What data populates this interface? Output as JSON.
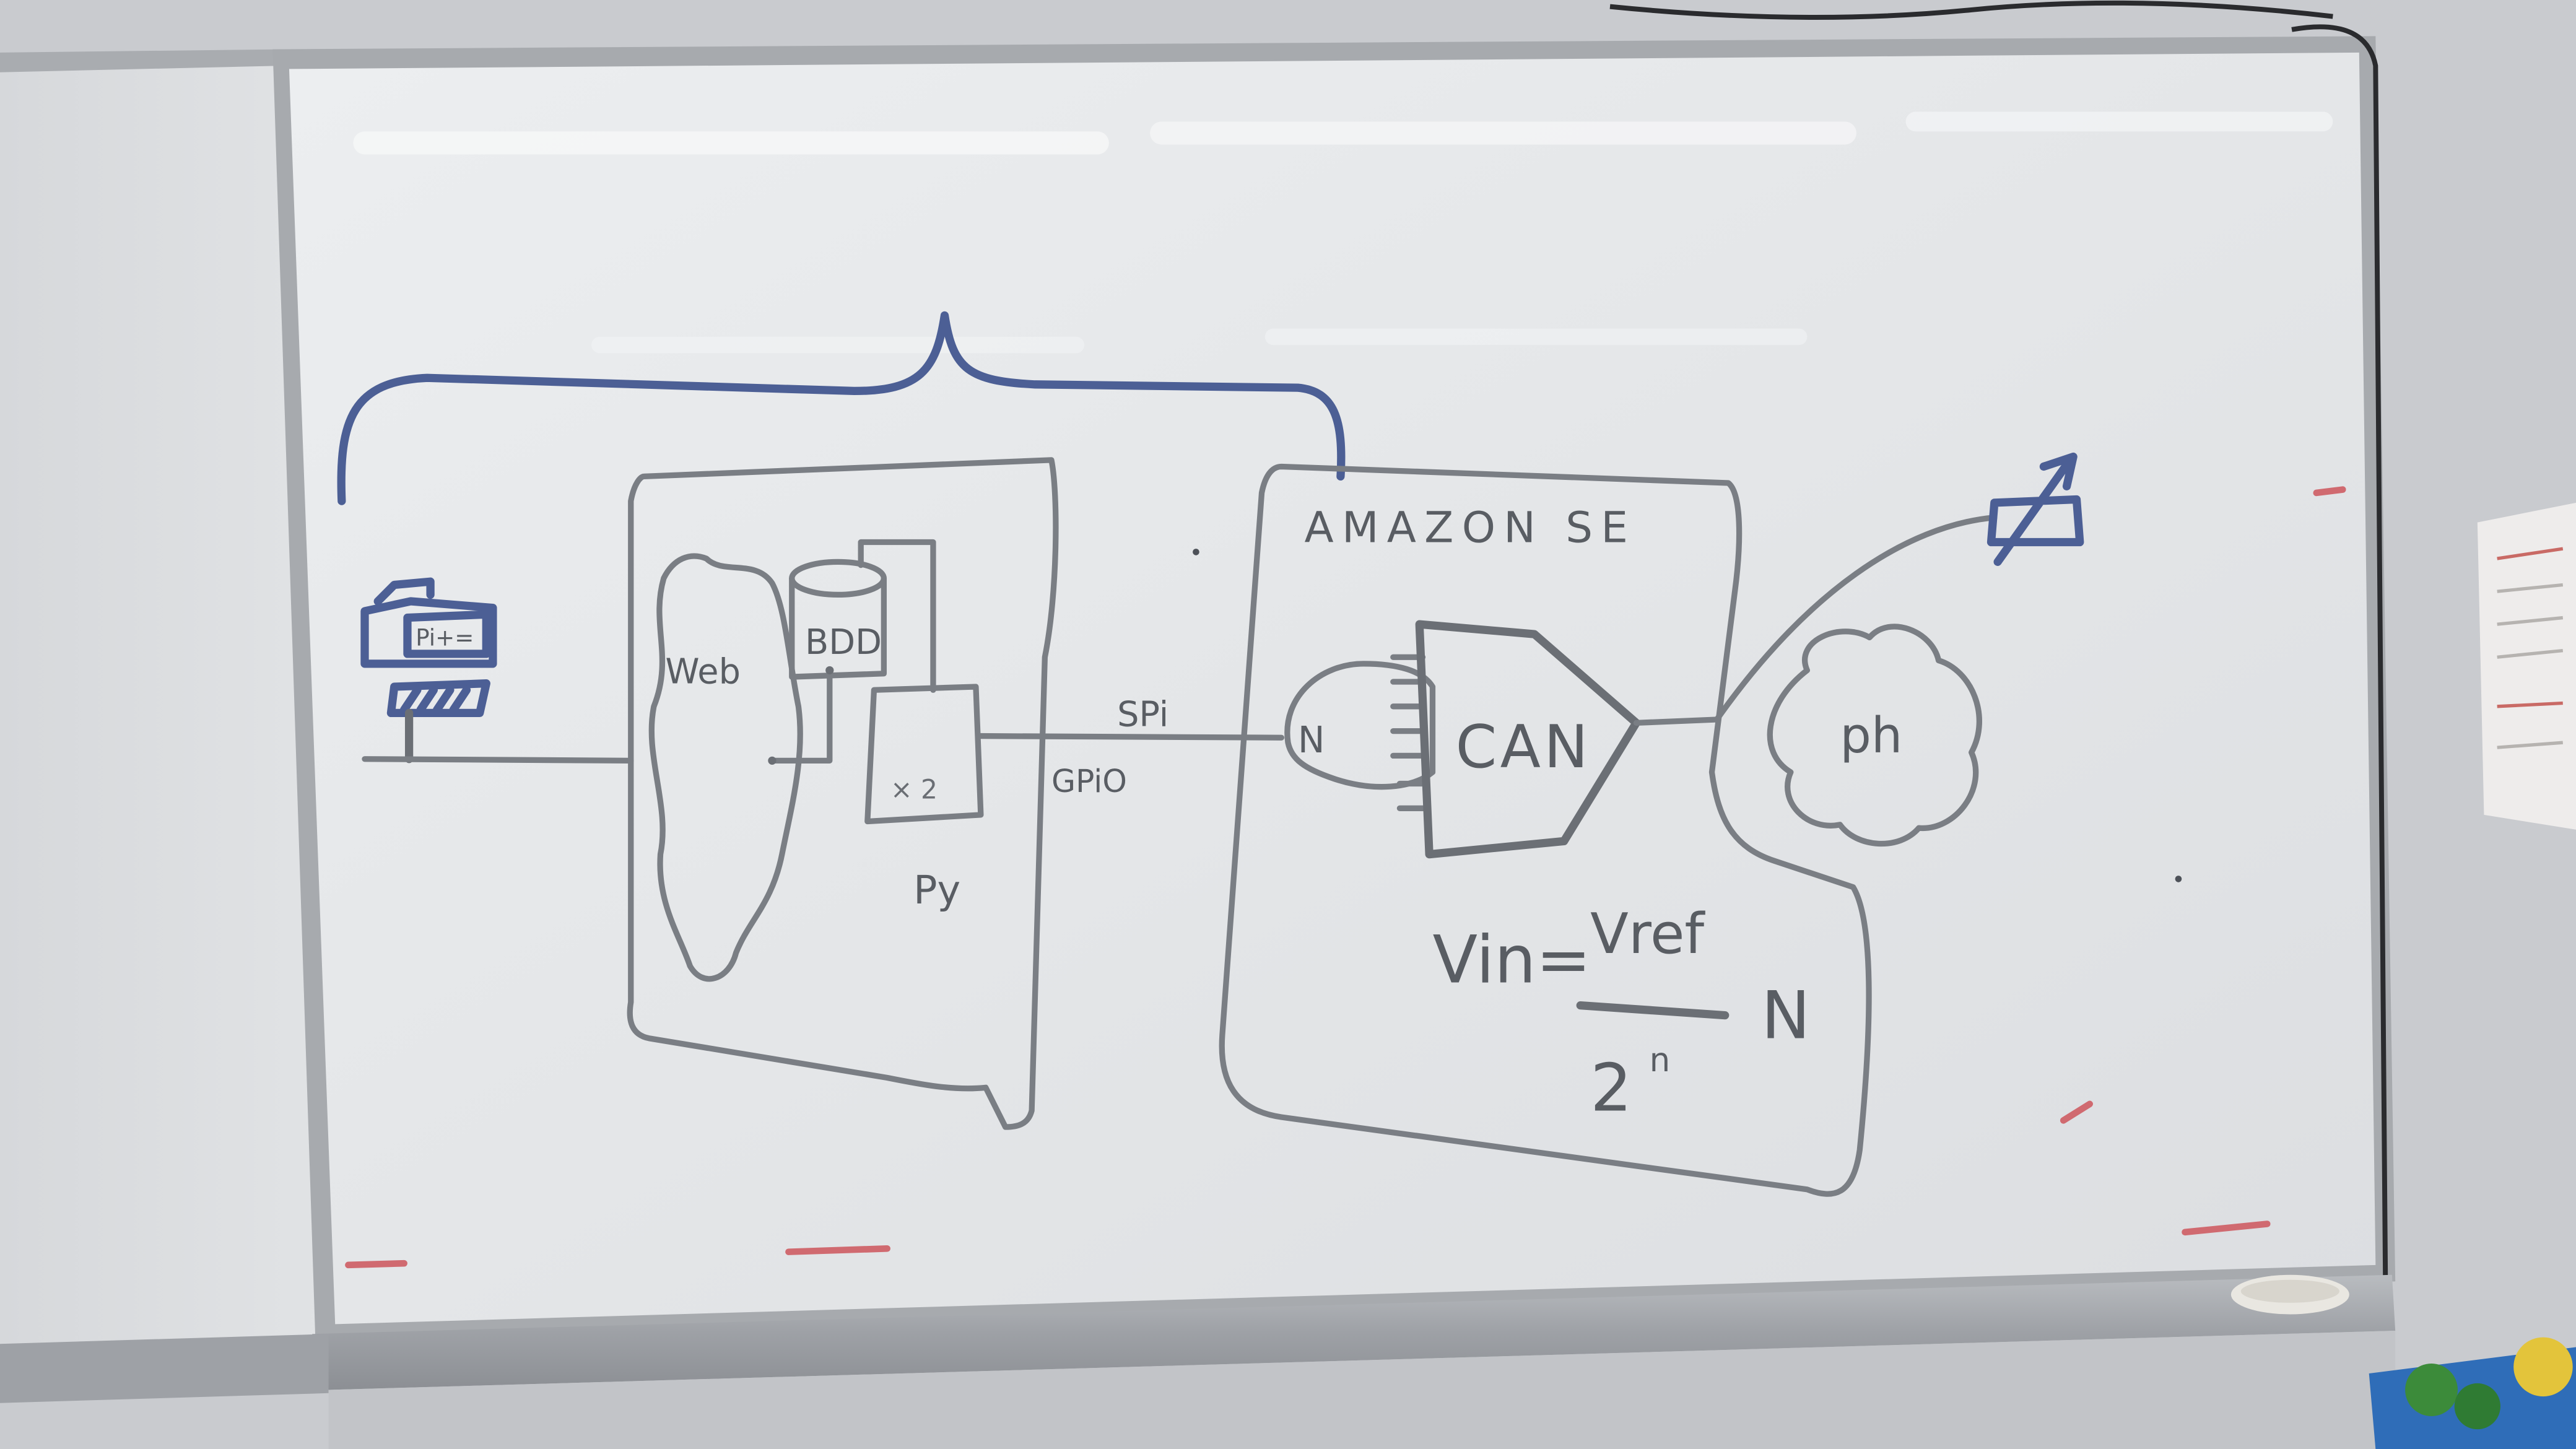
{
  "photo": {
    "subject": "whiteboard"
  },
  "whiteboard": {
    "brace_group": "left",
    "left_module": {
      "web_label": "Web",
      "bdd_label": "BDD",
      "chip_label": "× 2",
      "py_label": "Py"
    },
    "rpi_label": "Pi+=",
    "links": {
      "spi_label": "SPi",
      "gpio_label": "GPiO"
    },
    "right_module": {
      "title": "AMAZON SE",
      "n_label": "N",
      "can_label": "CAN",
      "ph_label": "ph",
      "formula": {
        "lhs": "Vin=",
        "numerator": "Vref",
        "denominator_base": "2",
        "denominator_exp": "n",
        "factor": "N"
      }
    }
  },
  "colors": {
    "wall": "#c9cbcf",
    "board": "#e6e7e9",
    "marker_grey": "#6b6f75",
    "marker_blue": "#4c5f95",
    "marker_red": "#d06a70",
    "frame": "#a7aaae"
  }
}
